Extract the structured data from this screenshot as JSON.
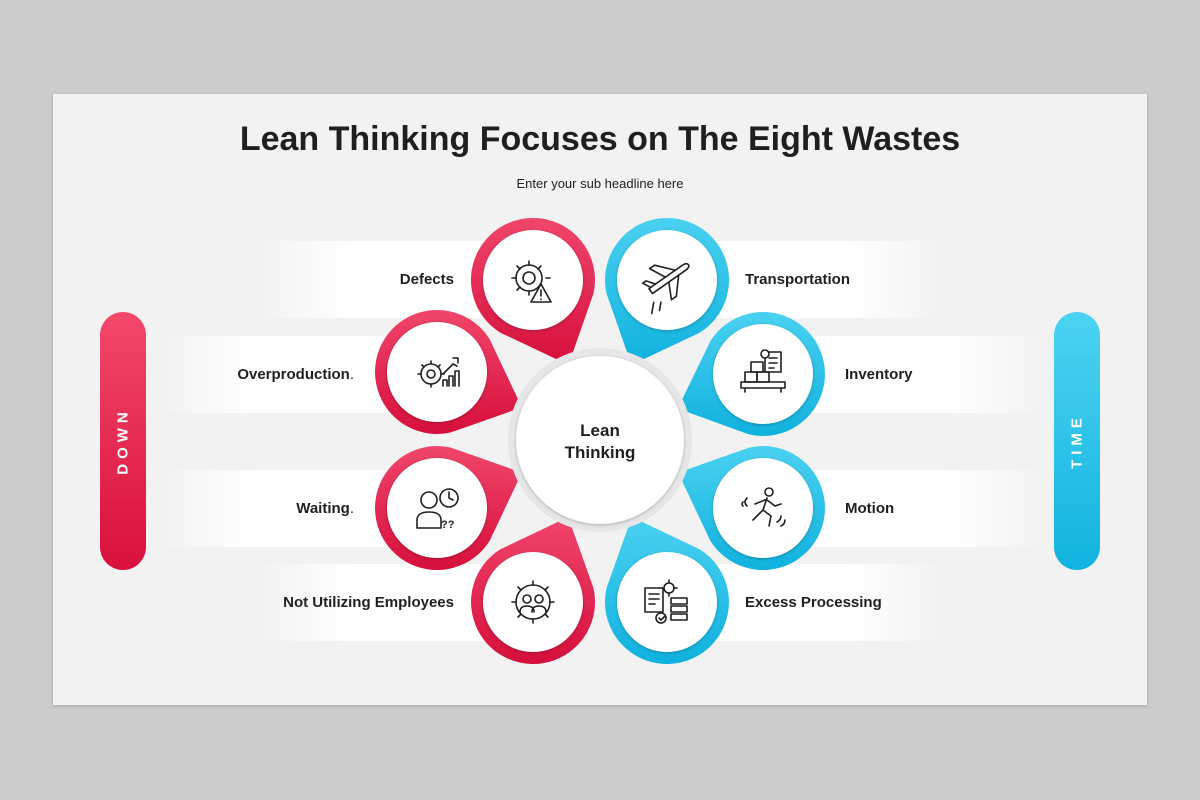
{
  "title": "Lean Thinking Focuses on The Eight Wastes",
  "subtitle": "Enter your sub headline here",
  "center": {
    "line1": "Lean",
    "line2": "Thinking"
  },
  "left_bar": "DOWN",
  "right_bar": "TIME",
  "wastes_left": [
    {
      "label": "Defects",
      "icon": "gear-warning-icon"
    },
    {
      "label": "Overproduction",
      "suffix": ".",
      "icon": "gear-chart-icon"
    },
    {
      "label": "Waiting",
      "suffix": ".",
      "icon": "person-clock-icon"
    },
    {
      "label": "Not Utilizing Employees",
      "icon": "team-gear-icon"
    }
  ],
  "wastes_right": [
    {
      "label": "Transportation",
      "icon": "airplane-icon"
    },
    {
      "label": "Inventory",
      "icon": "boxes-clipboard-icon"
    },
    {
      "label": "Motion",
      "icon": "running-person-icon"
    },
    {
      "label": "Excess Processing",
      "icon": "document-gear-icon"
    }
  ],
  "colors": {
    "red": "#e4194a",
    "blue": "#1bbde6",
    "slide": "#f2f2f2"
  }
}
